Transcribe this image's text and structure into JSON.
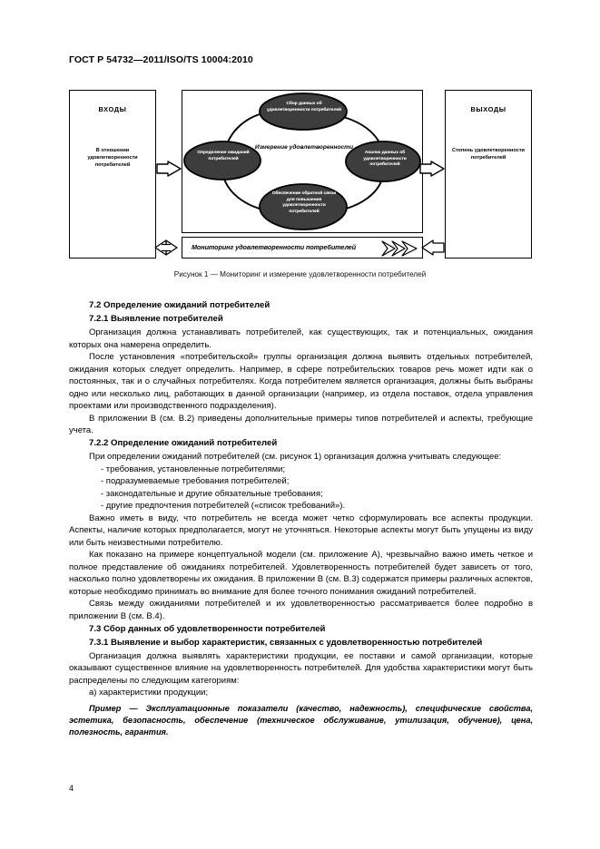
{
  "header": {
    "standard_id": "ГОСТ Р 54732—2011/ISO/TS 10004:2010"
  },
  "figure": {
    "inputs": {
      "title": "ВХОДЫ",
      "subtitle": "В отношении удовлетворенности потребителей"
    },
    "outputs": {
      "title": "ВЫХОДЫ",
      "subtitle": "Степень удовлетворенности потребителей"
    },
    "center_caption": "Измерение удовлетворенности",
    "nodes": [
      {
        "id": "collect",
        "label": "Сбор данных об удовлетворенности потребителей"
      },
      {
        "id": "analyze",
        "label": "Анализ данных об удовлетворенности потребителей"
      },
      {
        "id": "feedback",
        "label": "Обеспечение обратной связи для повышения удовлетворенности потребителей"
      },
      {
        "id": "expectations",
        "label": "Определение ожиданий потребителей"
      }
    ],
    "banner": "Мониторинг удовлетворенности потребителей",
    "caption": "Рисунок 1 — Мониторинг и измерение удовлетворенности потребителей"
  },
  "body": {
    "h72": "7.2  Определение ожиданий потребителей",
    "h721": "7.2.1  Выявление потребителей",
    "p1": "Организация должна устанавливать потребителей, как существующих, так и потенциальных, ожидания которых она намерена определить.",
    "p2": "После установления «потребительской» группы организация должна выявить отдельных потребителей, ожидания которых следует определить. Например, в сфере потребительских товаров речь может идти как о постоянных, так и о случайных потребителях. Когда потребителем является организация, должны быть выбраны одно или несколько лиц, работающих в данной организации (например, из отдела поставок, отдела управления проектами или производственного подразделения).",
    "p3": "В приложении В (см. В.2) приведены дополнительные примеры типов потребителей и аспекты, требующие учета.",
    "h722": "7.2.2  Определение ожиданий потребителей",
    "p4": "При определении ожиданий потребителей (см. рисунок 1) организация должна учитывать следующее:",
    "list1": [
      "- требования, установленные потребителями;",
      "- подразумеваемые требования потребителей;",
      "- законодательные и другие обязательные требования;",
      "- другие предпочтения потребителей («список требований»)."
    ],
    "p5": "Важно иметь в виду, что потребитель не всегда может четко сформулировать все аспекты продукции. Аспекты, наличие которых предполагается, могут не уточняться. Некоторые аспекты могут быть упущены из виду или быть неизвестными потребителю.",
    "p6": "Как показано на примере концептуальной модели (см. приложение А), чрезвычайно важно иметь четкое и полное представление об ожиданиях потребителей. Удовлетворенность потребителей будет зависеть от того, насколько полно удовлетворены их ожидания. В приложении В (см. В.3) содержатся примеры различных аспектов, которые необходимо принимать во внимание для более точного понимания ожиданий потребителей.",
    "p7": "Связь между ожиданиями потребителей и их удовлетворенностью рассматривается более подробно в приложении В (см. В.4).",
    "h73": "7.3  Сбор данных об удовлетворенности потребителей",
    "h731": "7.3.1  Выявление и выбор характеристик, связанных с удовлетворенностью потребителей",
    "p8": "Организация должна выявлять характеристики продукции, ее поставки и самой организации, которые оказывают существенное влияние на удовлетворенность потребителей. Для удобства характеристики могут быть распределены по следующим категориям:",
    "list2": [
      "а)  характеристики продукции;"
    ],
    "example": "Пример — Эксплуатационные показатели (качество, надежность), специфические свойства, эстетика, безопасность, обеспечение (техническое обслуживание, утилизация, обучение), цена, полезность, гарантия."
  },
  "footer": {
    "page_number": "4"
  }
}
